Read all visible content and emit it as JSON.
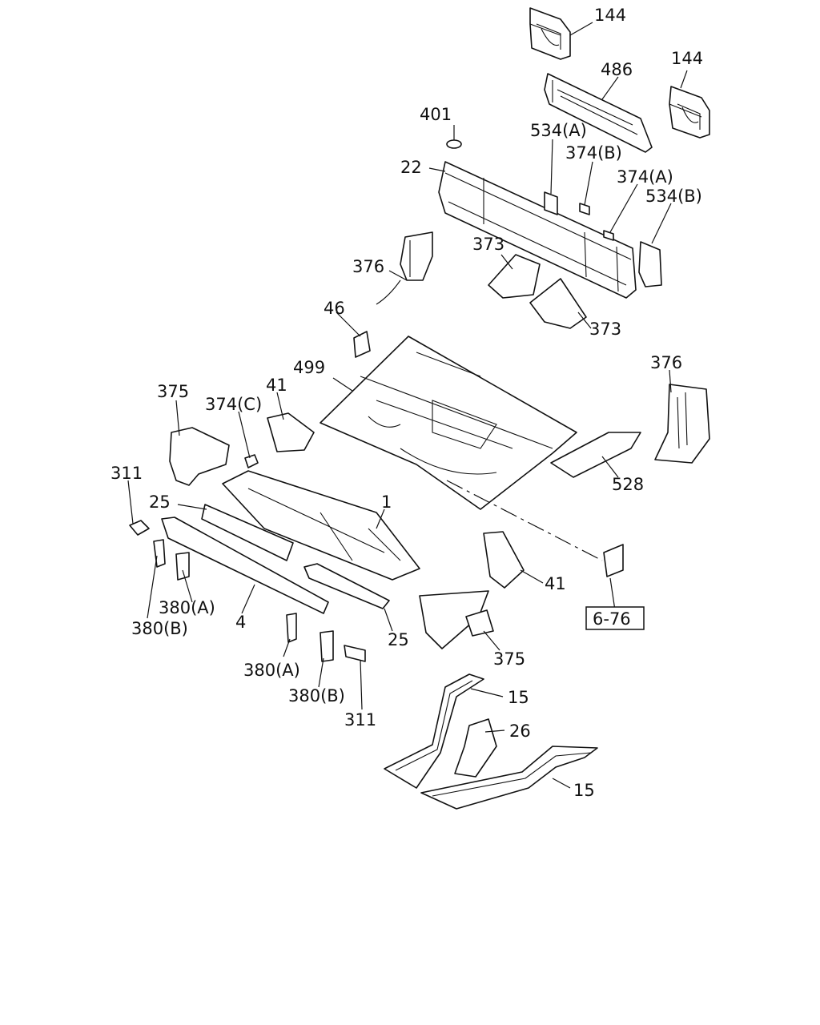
{
  "callouts": [
    {
      "id": "c144a",
      "label": "144"
    },
    {
      "id": "c144b",
      "label": "144"
    },
    {
      "id": "c486",
      "label": "486"
    },
    {
      "id": "c401",
      "label": "401"
    },
    {
      "id": "c534a",
      "label": "534(A)"
    },
    {
      "id": "c374b",
      "label": "374(B)"
    },
    {
      "id": "c22",
      "label": "22"
    },
    {
      "id": "c374a",
      "label": "374(A)"
    },
    {
      "id": "c534b",
      "label": "534(B)"
    },
    {
      "id": "c376a",
      "label": "376"
    },
    {
      "id": "c373a",
      "label": "373"
    },
    {
      "id": "c373b",
      "label": "373"
    },
    {
      "id": "c46",
      "label": "46"
    },
    {
      "id": "c499",
      "label": "499"
    },
    {
      "id": "c376b",
      "label": "376"
    },
    {
      "id": "c375a",
      "label": "375"
    },
    {
      "id": "c374c",
      "label": "374(C)"
    },
    {
      "id": "c41a",
      "label": "41"
    },
    {
      "id": "c311a",
      "label": "311"
    },
    {
      "id": "c25a",
      "label": "25"
    },
    {
      "id": "c1",
      "label": "1"
    },
    {
      "id": "c528",
      "label": "528"
    },
    {
      "id": "c380a1",
      "label": "380(A)"
    },
    {
      "id": "c380b1",
      "label": "380(B)"
    },
    {
      "id": "c4",
      "label": "4"
    },
    {
      "id": "c41b",
      "label": "41"
    },
    {
      "id": "c25b",
      "label": "25"
    },
    {
      "id": "c375b",
      "label": "375"
    },
    {
      "id": "c380a2",
      "label": "380(A)"
    },
    {
      "id": "c380b2",
      "label": "380(B)"
    },
    {
      "id": "c311b",
      "label": "311"
    },
    {
      "id": "c15a",
      "label": "15"
    },
    {
      "id": "c26",
      "label": "26"
    },
    {
      "id": "c15b",
      "label": "15"
    }
  ],
  "reference": {
    "label": "6-76"
  }
}
